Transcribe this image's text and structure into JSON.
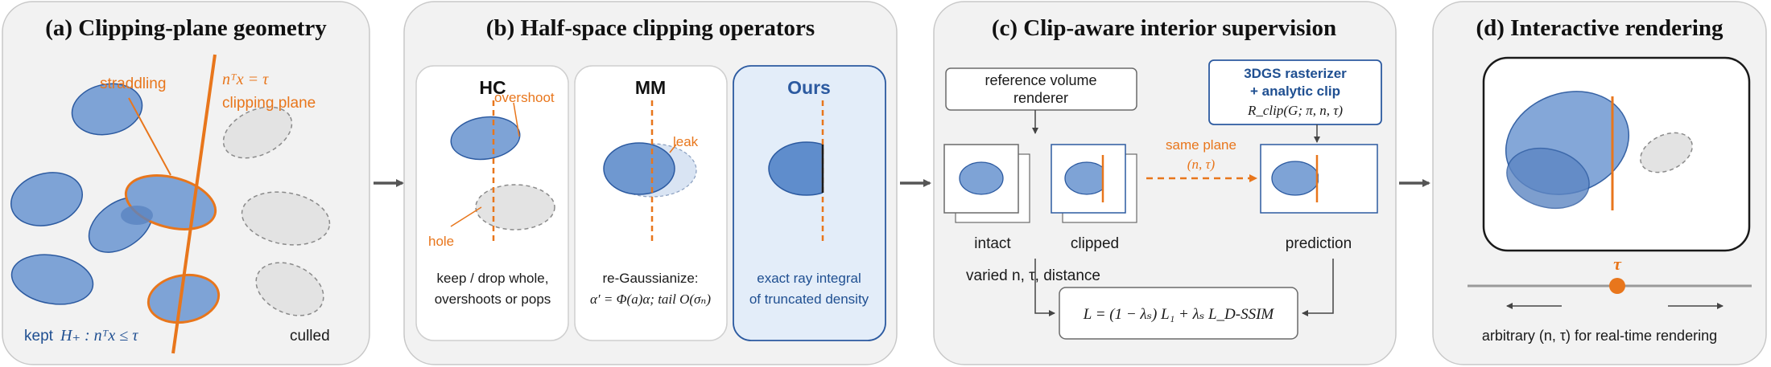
{
  "panel_a": {
    "title": "(a) Clipping-plane geometry",
    "straddling": "straddling",
    "plane_eq": "nᵀx = τ",
    "clipping_plane": "clipping plane",
    "kept": "kept",
    "kept_eq": "H₊ : nᵀx ≤ τ",
    "culled": "culled"
  },
  "panel_b": {
    "title": "(b) Half-space clipping operators",
    "hc": {
      "title": "HC",
      "overshoot": "overshoot",
      "hole": "hole",
      "caption1": "keep / drop whole,",
      "caption2": "overshoots or pops"
    },
    "mm": {
      "title": "MM",
      "leak": "leak",
      "caption1": "re-Gaussianize:",
      "caption2": "α′ = Φ(a)α; tail O(σₙ)"
    },
    "ours": {
      "title": "Ours",
      "caption1": "exact ray integral",
      "caption2": "of truncated density"
    }
  },
  "panel_c": {
    "title": "(c) Clip-aware interior supervision",
    "ref_renderer_1": "reference volume",
    "ref_renderer_2": "renderer",
    "rasterizer_1": "3DGS rasterizer",
    "rasterizer_2": "+ analytic clip",
    "rasterizer_eq": "R_clip(G; π, n, τ)",
    "same_plane_1": "same plane",
    "same_plane_2": "(n, τ)",
    "intact": "intact",
    "clipped": "clipped",
    "prediction": "prediction",
    "varied": "varied n, τ, distance",
    "loss": "L = (1 − λₛ) L₁ + λₛ L_D-SSIM"
  },
  "panel_d": {
    "title": "(d) Interactive rendering",
    "tau": "τ",
    "caption": "arbitrary (n, τ) for real-time rendering"
  },
  "colors": {
    "panel_bg": "#f2f2f2",
    "blue_fill": "#7ea3d6",
    "blue_stroke": "#2c5aa0",
    "gray_fill": "#e3e3e3",
    "orange": "#e8761c",
    "ours_bg": "#e3edf9"
  }
}
